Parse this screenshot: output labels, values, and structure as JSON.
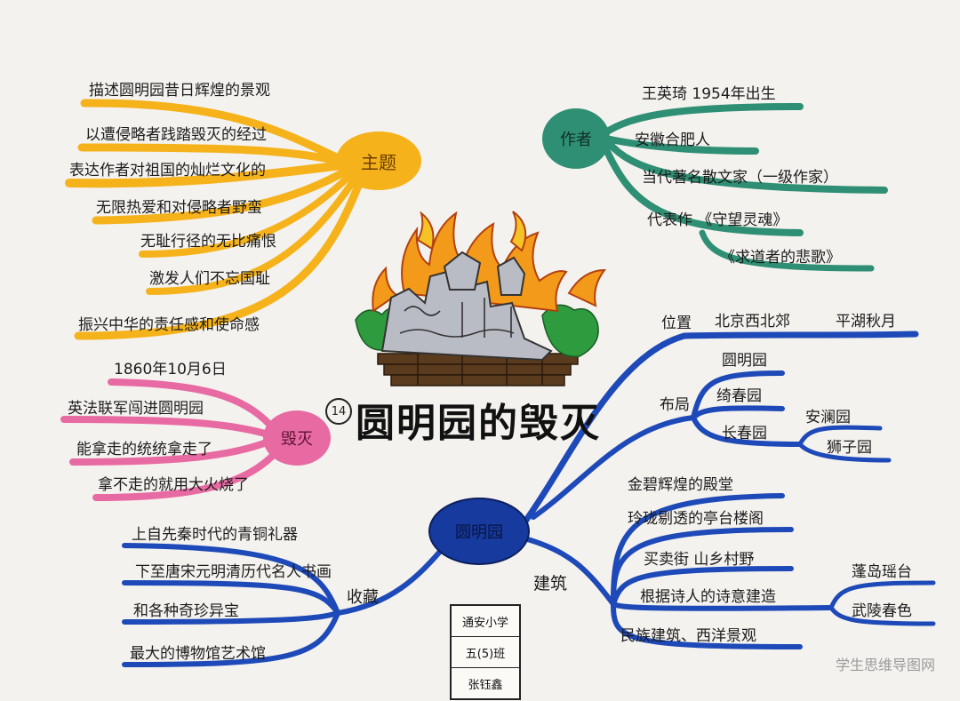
{
  "colors": {
    "yellow": "#f5b21b",
    "teal": "#2f8f74",
    "pink": "#e86aa3",
    "blue": "#1e49b8",
    "dark_blue": "#163a9e"
  },
  "title": "圆明园的毁灭",
  "lesson_number": "14",
  "center_node": "圆明园",
  "theme": {
    "label": "主题",
    "items": [
      "描述圆明园昔日辉煌的景观",
      "以遭侵略者践踏毁灭的经过",
      "表达作者对祖国的灿烂文化的",
      "无限热爱和对侵略者野蛮",
      "无耻行径的无比痛恨",
      "激发人们不忘国耻",
      "振兴中华的责任感和使命感"
    ]
  },
  "author": {
    "label": "作者",
    "items": [
      "王英琦 1954年出生",
      "安徽合肥人",
      "当代著名散文家（一级作家）",
      "代表作 《守望灵魂》",
      "《求道者的悲歌》"
    ]
  },
  "destruction": {
    "label": "毁灭",
    "date": "1860年10月6日",
    "items": [
      "英法联军闯进圆明园",
      "能拿走的统统拿走了",
      "拿不走的就用大火烧了"
    ]
  },
  "location": {
    "label": "位置",
    "value": "北京西北郊",
    "extra": "平湖秋月"
  },
  "layout": {
    "label": "布局",
    "items": [
      "圆明园",
      "绮春园",
      "长春园"
    ],
    "sub_items": [
      "安澜园",
      "狮子园"
    ]
  },
  "architecture": {
    "label": "建筑",
    "items": [
      "金碧辉煌的殿堂",
      "玲珑剔透的亭台楼阁",
      "买卖街 山乡村野",
      "根据诗人的诗意建造",
      "民族建筑、西洋景观"
    ],
    "sub_items": [
      "蓬岛瑶台",
      "武陵春色"
    ]
  },
  "collection": {
    "label": "收藏",
    "items": [
      "上自先秦时代的青铜礼器",
      "下至唐宋元明清历代名人书画",
      "和各种奇珍异宝",
      "最大的博物馆艺术馆"
    ]
  },
  "signature": {
    "school": "通安小学",
    "class": "五(5)班",
    "name": "张钰鑫"
  },
  "watermark": "学生思维导图网"
}
